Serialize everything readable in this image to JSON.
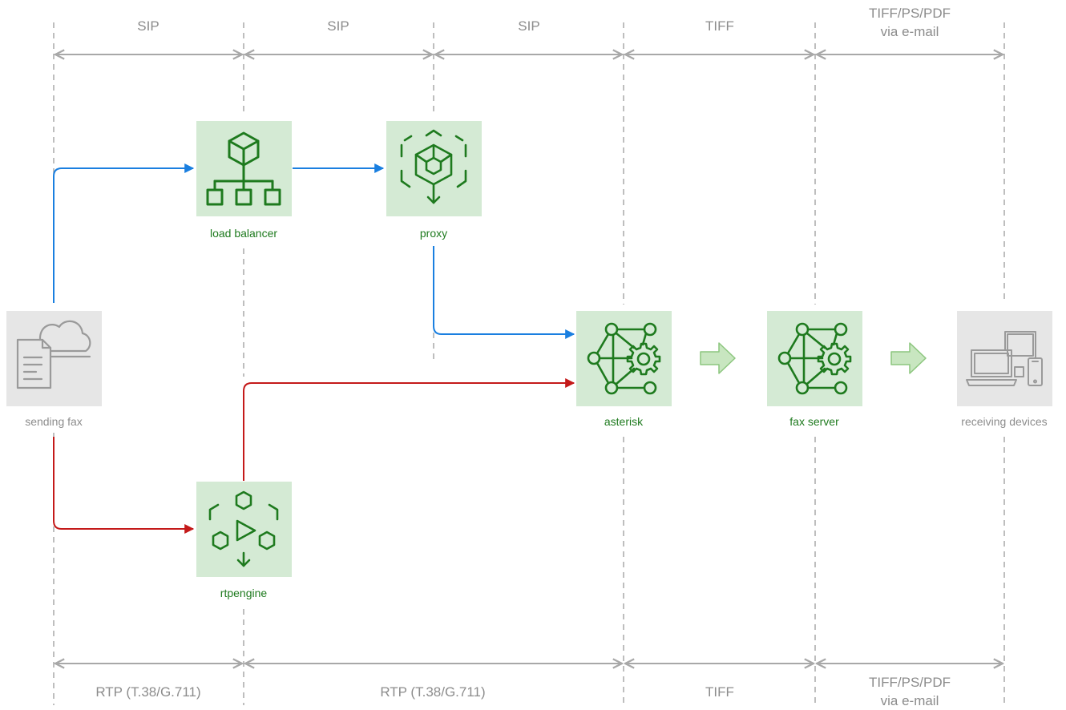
{
  "protocols_top": [
    "SIP",
    "SIP",
    "SIP",
    "TIFF",
    "TIFF/PS/PDF",
    "via e-mail"
  ],
  "protocols_bottom": [
    "RTP (T.38/G.711)",
    "RTP (T.38/G.711)",
    "TIFF",
    "TIFF/PS/PDF",
    "via e-mail"
  ],
  "nodes": {
    "sending_fax": "sending fax",
    "load_balancer": "load balancer",
    "proxy": "proxy",
    "rtpengine": "rtpengine",
    "asterisk": "asterisk",
    "fax_server": "fax server",
    "receiving_devices": "receiving devices"
  },
  "colors": {
    "sip_flow": "#1a7fe0",
    "rtp_flow": "#c41a1a",
    "node_fill": "#d4ead4",
    "node_icon": "#1e7a1e",
    "endpoint_fill": "#e6e6e6",
    "endpoint_icon": "#9a9a9a",
    "guide": "#a8a8a8",
    "arrow_fill": "#c8e6c0",
    "arrow_stroke": "#8cc67e"
  }
}
